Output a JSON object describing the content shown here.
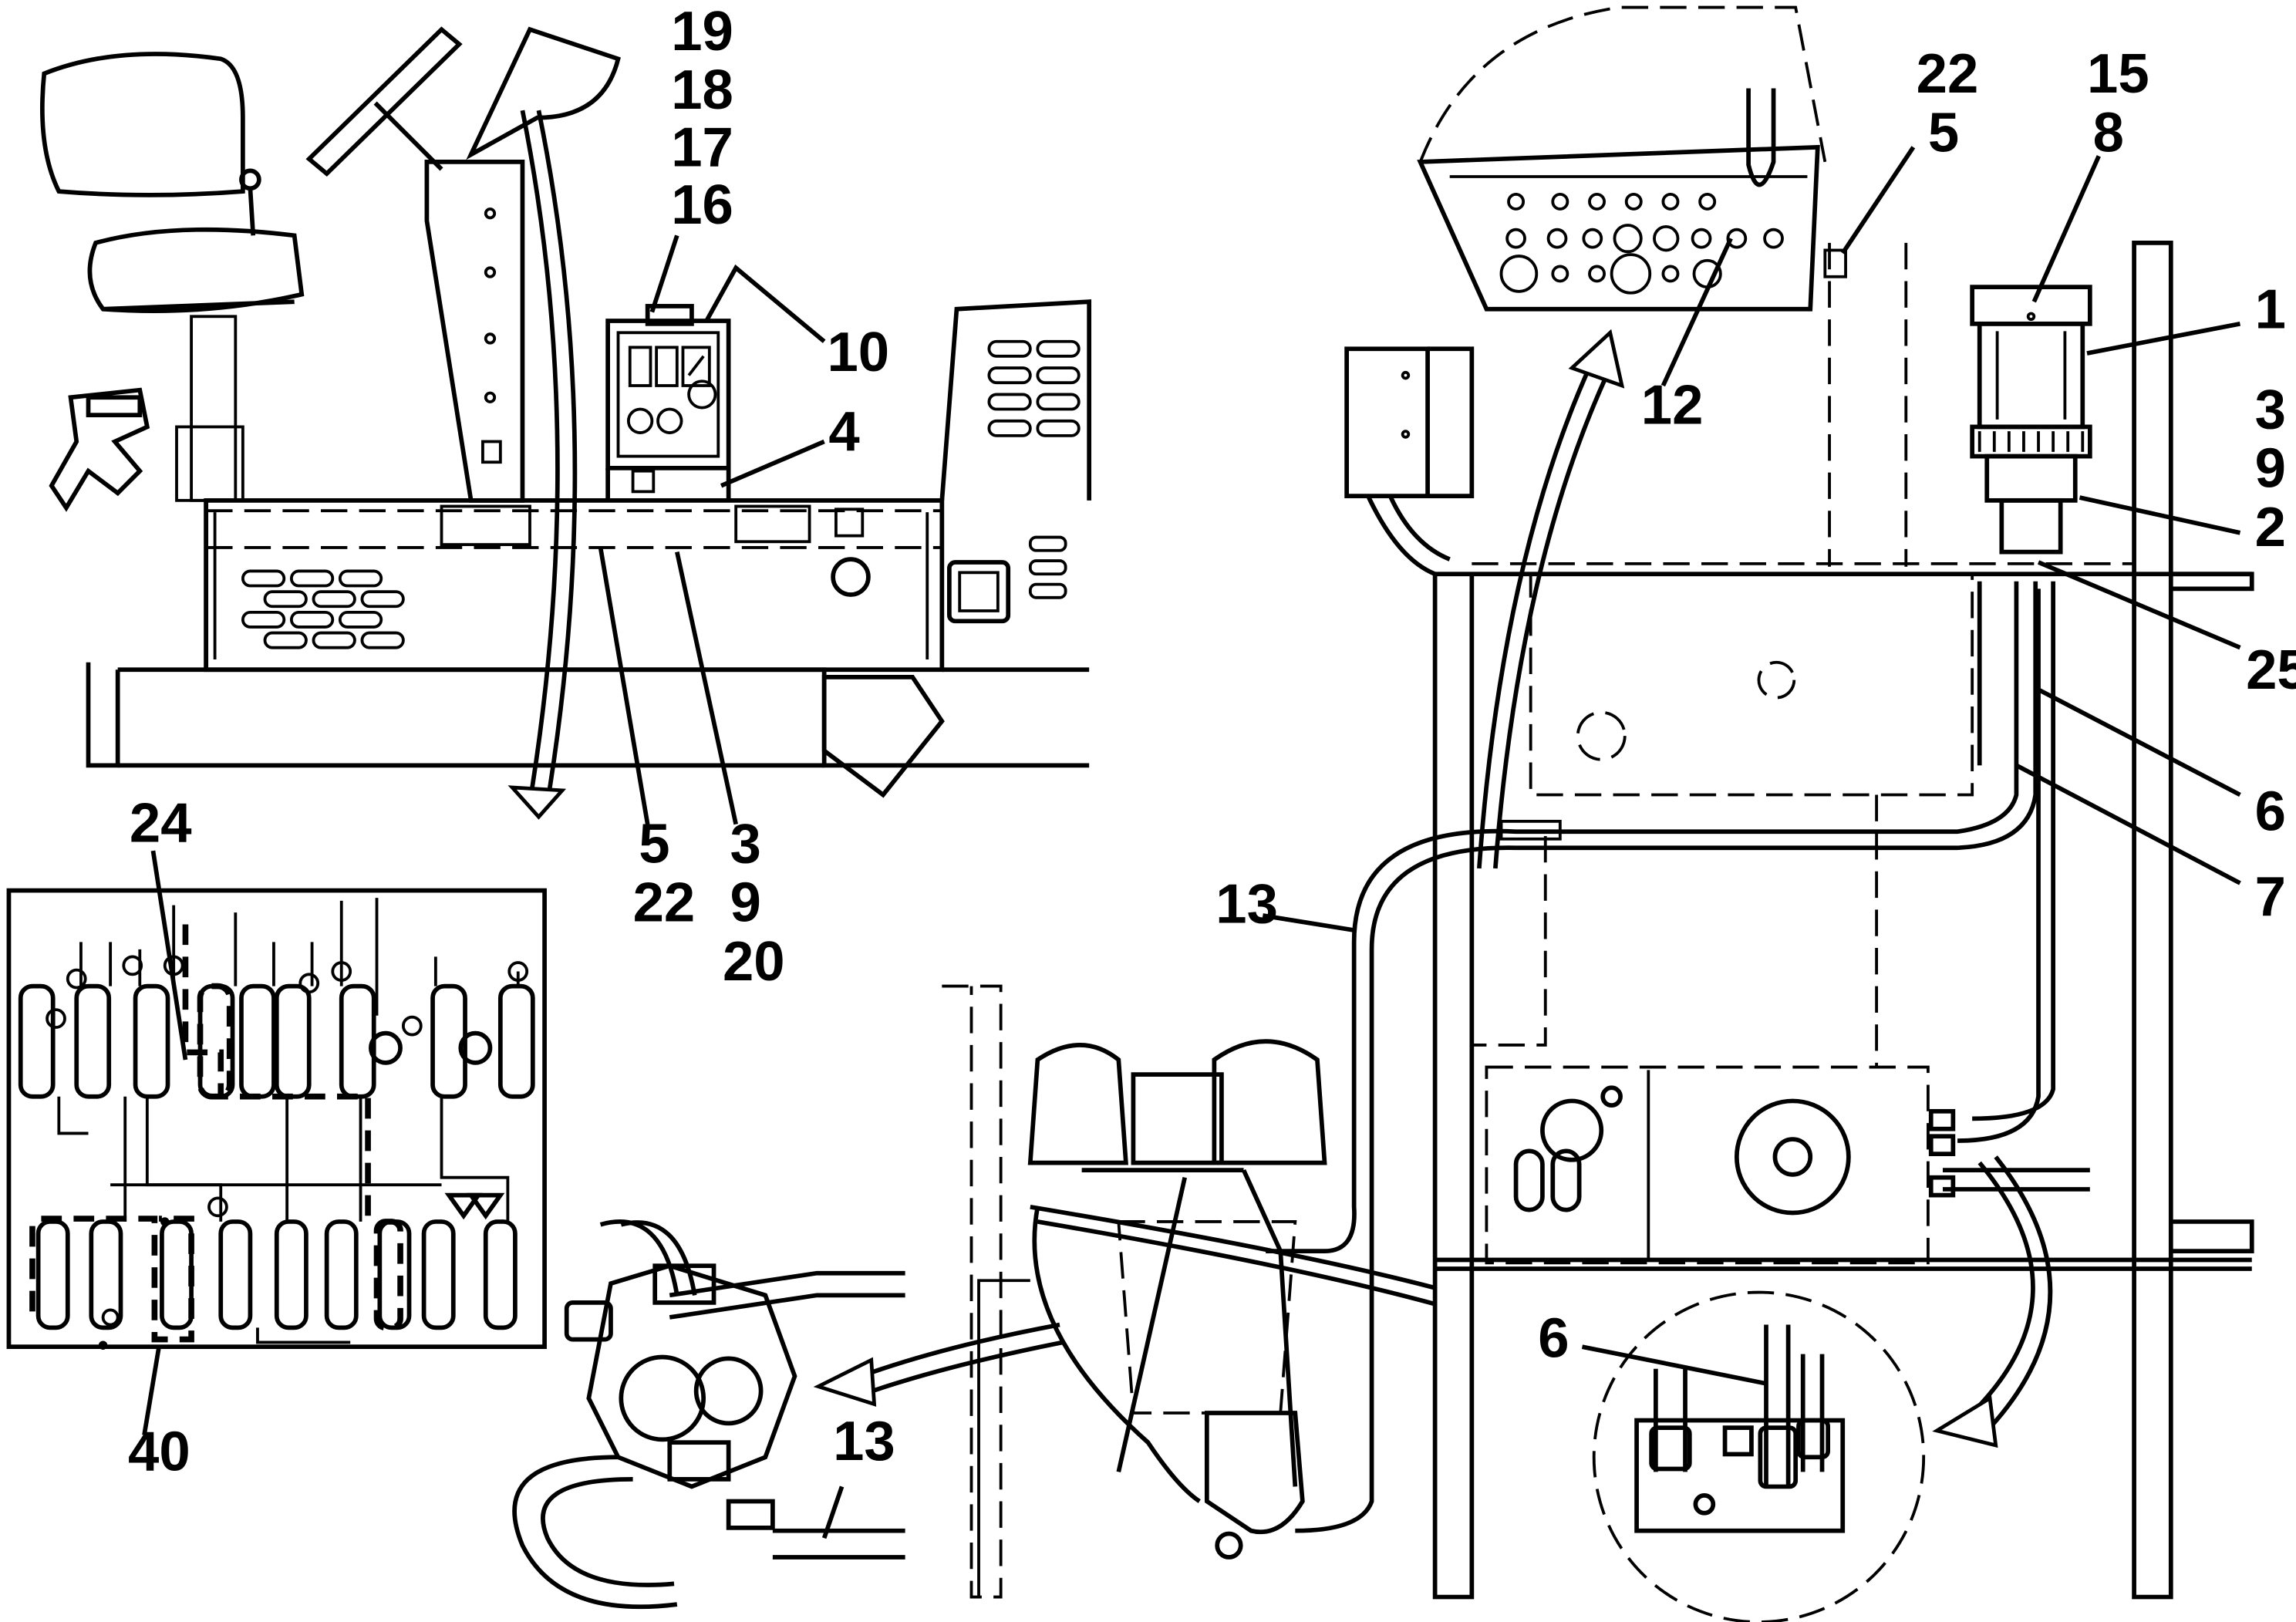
{
  "diagram": {
    "callouts": [
      {
        "id": "c19",
        "text": "19"
      },
      {
        "id": "c18",
        "text": "18"
      },
      {
        "id": "c17",
        "text": "17"
      },
      {
        "id": "c16",
        "text": "16"
      },
      {
        "id": "c10",
        "text": "10"
      },
      {
        "id": "c4",
        "text": "4"
      },
      {
        "id": "c5a",
        "text": "5"
      },
      {
        "id": "c3a",
        "text": "3"
      },
      {
        "id": "c22a",
        "text": "22"
      },
      {
        "id": "c9a",
        "text": "9"
      },
      {
        "id": "c20",
        "text": "20"
      },
      {
        "id": "c24",
        "text": "24"
      },
      {
        "id": "c40",
        "text": "40"
      },
      {
        "id": "c12",
        "text": "12"
      },
      {
        "id": "c22b",
        "text": "22"
      },
      {
        "id": "c15",
        "text": "15"
      },
      {
        "id": "c5b",
        "text": "5"
      },
      {
        "id": "c8",
        "text": "8"
      },
      {
        "id": "c1",
        "text": "1"
      },
      {
        "id": "c3b",
        "text": "3"
      },
      {
        "id": "c9b",
        "text": "9"
      },
      {
        "id": "c2",
        "text": "2"
      },
      {
        "id": "c25",
        "text": "25"
      },
      {
        "id": "c6a",
        "text": "6"
      },
      {
        "id": "c7",
        "text": "7"
      },
      {
        "id": "c13a",
        "text": "13"
      },
      {
        "id": "c13b",
        "text": "13"
      },
      {
        "id": "c6b",
        "text": "6"
      }
    ]
  }
}
